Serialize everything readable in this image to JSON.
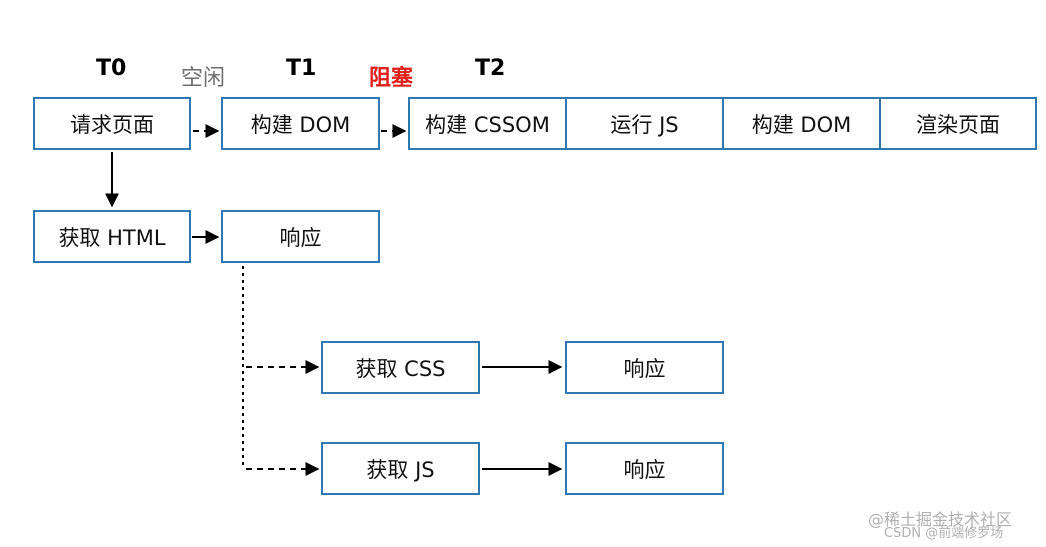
{
  "time_labels": {
    "t0": "T0",
    "t1": "T1",
    "t2": "T2"
  },
  "gap_labels": {
    "idle": "空闲",
    "blocked": "阻塞"
  },
  "colors": {
    "box_border": "#2f79b0",
    "blocked_text": "#e0201a",
    "idle_text": "#6e6e6e"
  },
  "main_row": [
    "请求页面",
    "构建 DOM",
    "构建 CSSOM",
    "运行 JS",
    "构建 DOM",
    "渲染页面"
  ],
  "html_fetch": {
    "fetch": "获取 HTML",
    "response": "响应"
  },
  "css_fetch": {
    "fetch": "获取 CSS",
    "response": "响应"
  },
  "js_fetch": {
    "fetch": "获取 JS",
    "response": "响应"
  },
  "watermark": {
    "line1": "@稀土掘金技术社区",
    "line2": "CSDN @前端修罗场"
  }
}
